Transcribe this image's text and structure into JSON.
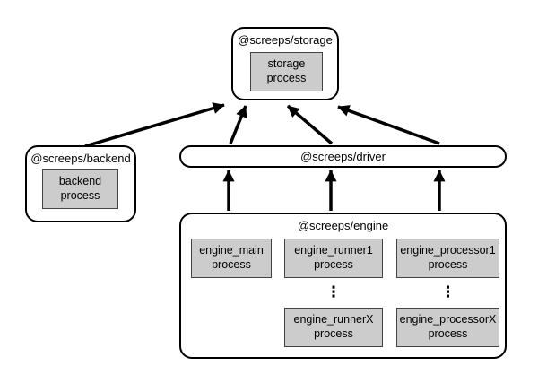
{
  "diagram": {
    "colors": {
      "background": "#ffffff",
      "node_fill": "#ffffff",
      "node_border": "#000000",
      "process_fill": "#cccccc",
      "process_border": "#444444",
      "arrow": "#000000"
    },
    "nodes": {
      "storage": {
        "label": "@screeps/storage",
        "process": "storage\nprocess"
      },
      "backend": {
        "label": "@screeps/backend",
        "process": "backend\nprocess"
      },
      "driver": {
        "label": "@screeps/driver"
      },
      "engine": {
        "label": "@screeps/engine",
        "process_main": "engine_main\nprocess",
        "process_runner1": "engine_runner1\nprocess",
        "process_runnerX": "engine_runnerX\nprocess",
        "process_processor1": "engine_processor1\nprocess",
        "process_processorX": "engine_processorX\nprocess",
        "ellipsis": "⋮"
      }
    },
    "arrows": [
      {
        "from": "backend",
        "to": "storage"
      },
      {
        "from": "driver",
        "to": "storage"
      },
      {
        "from": "driver",
        "to": "storage"
      },
      {
        "from": "driver",
        "to": "storage"
      },
      {
        "from": "engine",
        "to": "driver"
      },
      {
        "from": "engine",
        "to": "driver"
      },
      {
        "from": "engine",
        "to": "driver"
      }
    ]
  }
}
